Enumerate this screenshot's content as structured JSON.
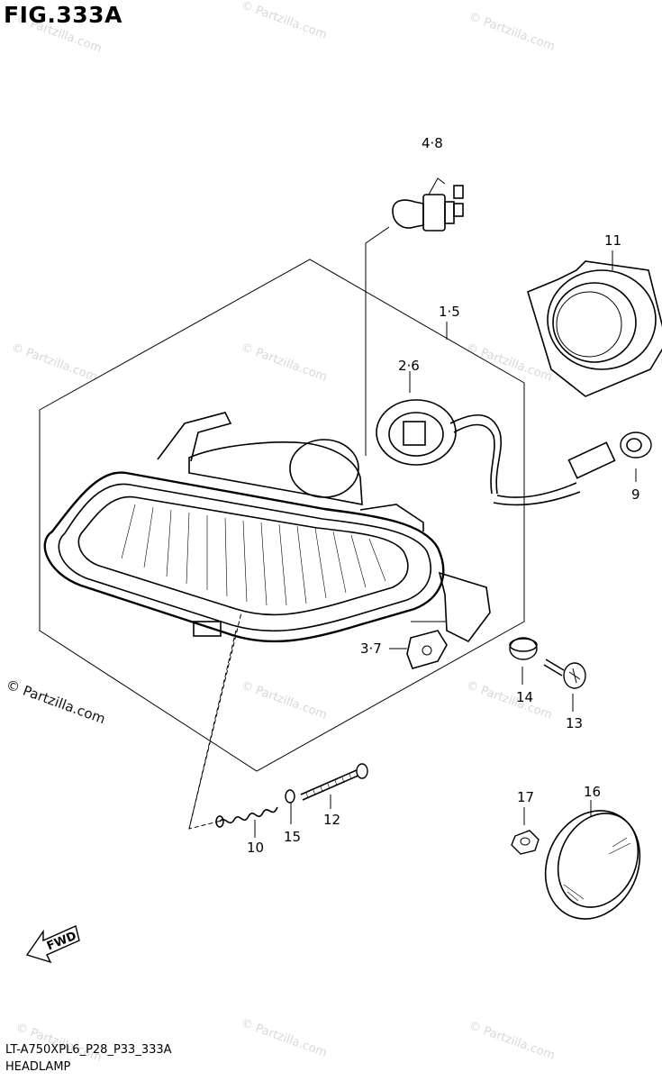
{
  "figure": {
    "title": "FIG.333A"
  },
  "parts": [
    {
      "id": "1-5",
      "label": "1·5"
    },
    {
      "id": "2-6",
      "label": "2·6"
    },
    {
      "id": "3-7",
      "label": "3·7"
    },
    {
      "id": "4-8",
      "label": "4·8"
    },
    {
      "id": "9",
      "label": "9"
    },
    {
      "id": "10",
      "label": "10"
    },
    {
      "id": "11",
      "label": "11"
    },
    {
      "id": "12",
      "label": "12"
    },
    {
      "id": "13",
      "label": "13"
    },
    {
      "id": "14",
      "label": "14"
    },
    {
      "id": "15",
      "label": "15"
    },
    {
      "id": "16",
      "label": "16"
    },
    {
      "id": "17",
      "label": "17"
    }
  ],
  "direction_marker": {
    "text": "FWD"
  },
  "footer": {
    "model_code": "LT-A750XPL6_P28_P33_333A",
    "section_name": "HEADLAMP"
  },
  "watermark": {
    "text": "© Partzilla.com",
    "copyright": "© Partzilla.com"
  },
  "colors": {
    "line": "#000000",
    "watermark": "#d8d8d8",
    "background": "#ffffff"
  }
}
